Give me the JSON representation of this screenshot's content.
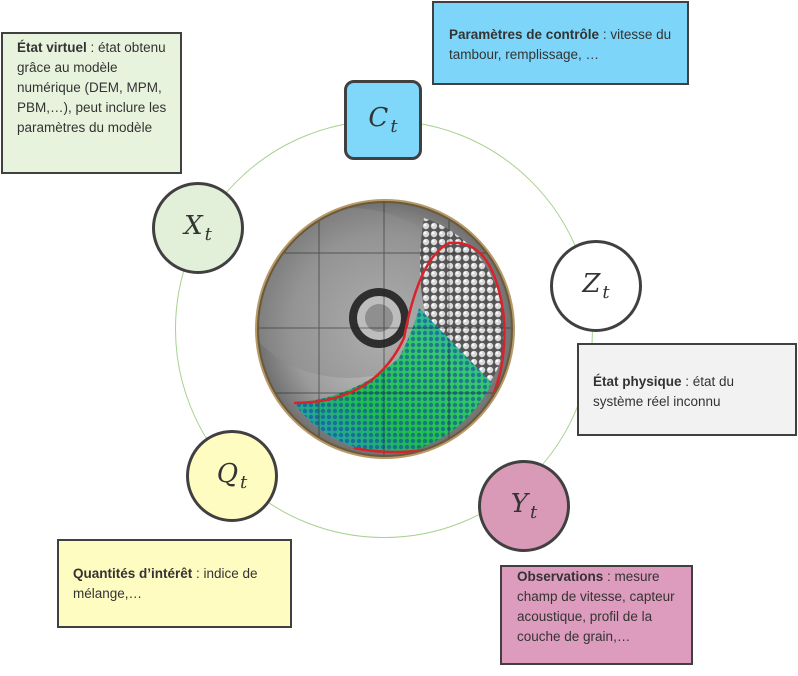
{
  "nodes": {
    "control": {
      "symbol": "C",
      "subscript": "t",
      "color": "#7fd8fa"
    },
    "virtual": {
      "symbol": "X",
      "subscript": "t",
      "color": "#e2f0d9"
    },
    "physical": {
      "symbol": "Z",
      "subscript": "t",
      "color": "#ffffff"
    },
    "qoi": {
      "symbol": "Q",
      "subscript": "t",
      "color": "#fffcc2"
    },
    "observation": {
      "symbol": "Y",
      "subscript": "t",
      "color": "#d99ab8"
    }
  },
  "boxes": {
    "virtual": {
      "title": "État virtuel",
      "text": " : état obtenu grâce au modèle numérique (DEM, MPM, PBM,…), peut inclure les paramètres du modèle",
      "color": "#e8f3dd"
    },
    "control": {
      "title": "Paramètres de contrôle",
      "text": " : vitesse du tambour, remplissage, …",
      "color": "#7dd6f9"
    },
    "physical": {
      "title": "État physique",
      "text": " : état du système réel  inconnu",
      "color": "#f2f2f2"
    },
    "qoi": {
      "title": "Quantités d’intérêt",
      "text": " : indice de mélange,…",
      "color": "#fffcc2"
    },
    "observation": {
      "title": "Observations",
      "text": " : mesure champ de vitesse, capteur acoustique, profil de la couche de grain,…",
      "color": "#dd9cbd"
    }
  },
  "colors": {
    "ring": "#a9d18e",
    "border": "#404040"
  }
}
